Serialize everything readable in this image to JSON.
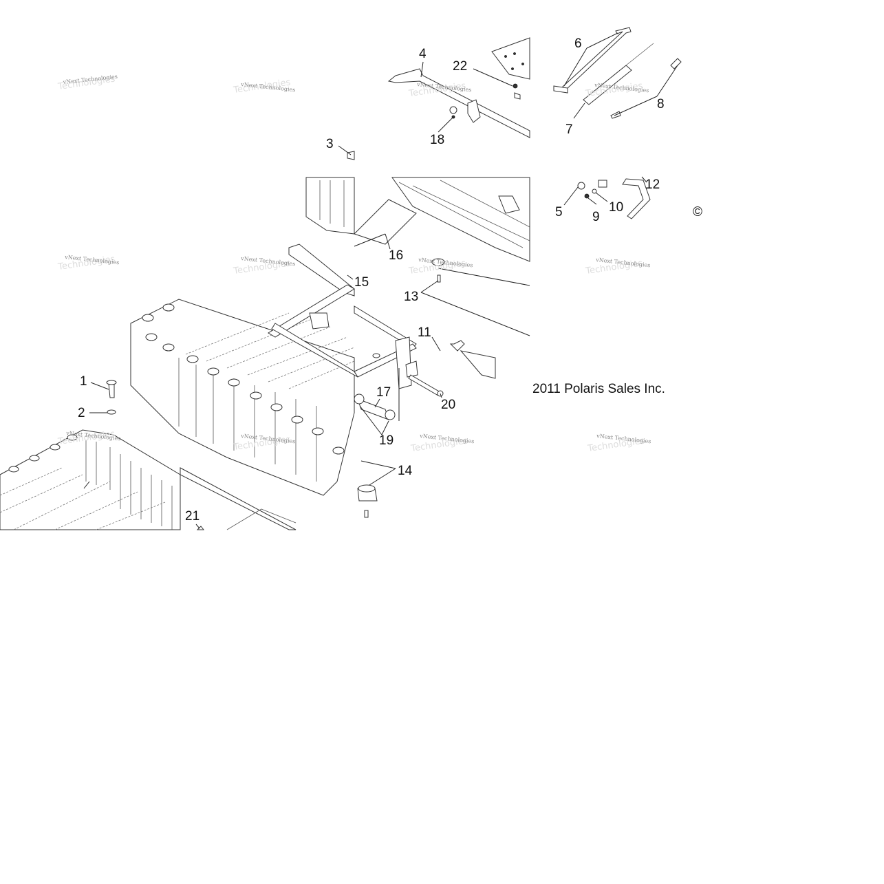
{
  "callouts": [
    {
      "id": "1",
      "label": "1"
    },
    {
      "id": "2",
      "label": "2"
    },
    {
      "id": "3",
      "label": "3"
    },
    {
      "id": "4",
      "label": "4"
    },
    {
      "id": "5",
      "label": "5"
    },
    {
      "id": "6",
      "label": "6"
    },
    {
      "id": "7",
      "label": "7"
    },
    {
      "id": "8",
      "label": "8"
    },
    {
      "id": "9",
      "label": "9"
    },
    {
      "id": "10",
      "label": "10"
    },
    {
      "id": "11",
      "label": "11"
    },
    {
      "id": "12",
      "label": "12"
    },
    {
      "id": "13",
      "label": "13"
    },
    {
      "id": "14",
      "label": "14"
    },
    {
      "id": "15",
      "label": "15"
    },
    {
      "id": "16",
      "label": "16"
    },
    {
      "id": "17",
      "label": "17"
    },
    {
      "id": "18",
      "label": "18"
    },
    {
      "id": "19",
      "label": "19"
    },
    {
      "id": "20",
      "label": "20"
    },
    {
      "id": "21",
      "label": "21"
    },
    {
      "id": "22",
      "label": "22"
    }
  ],
  "copyright_symbol": "©",
  "copyright_text": "2011 Polaris Sales Inc.",
  "watermark_text": "vNext Technologies"
}
